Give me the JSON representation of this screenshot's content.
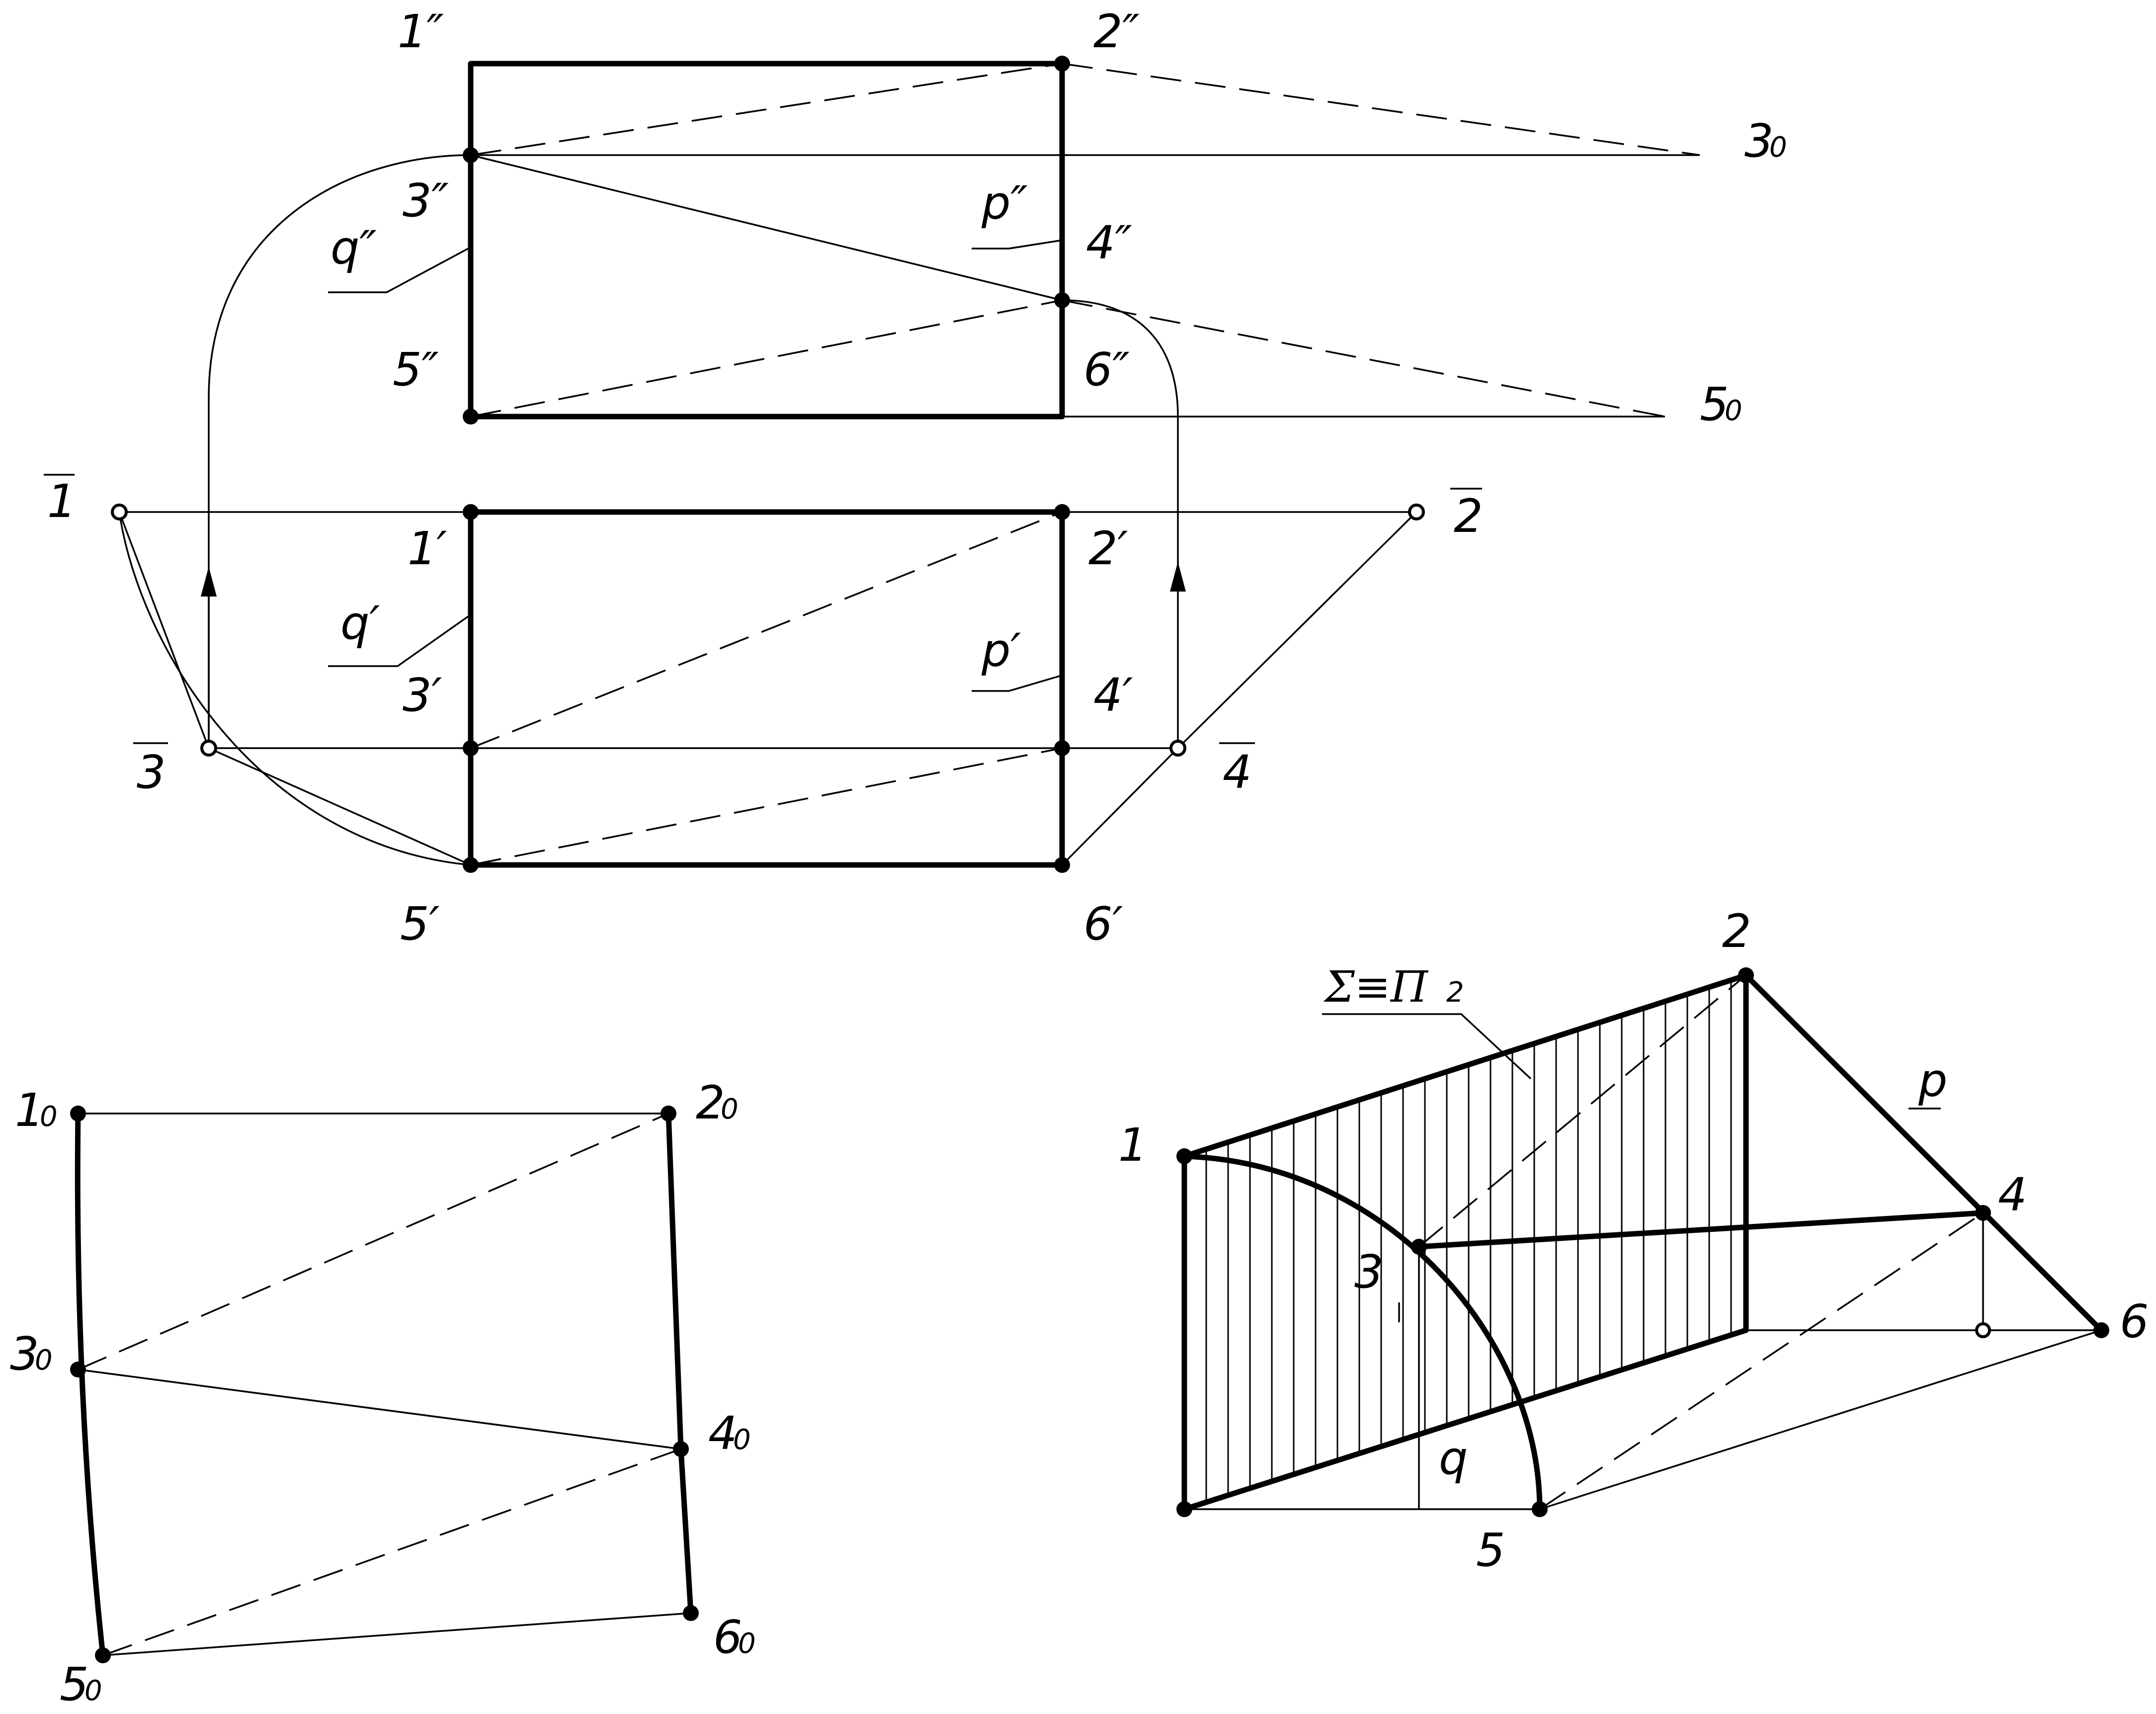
{
  "labels": {
    "p1pp": "1″",
    "p2pp": "2″",
    "p3pp": "3″",
    "p4pp": "4″",
    "p5pp": "5″",
    "p6pp": "6″",
    "p1p": "1′",
    "p2p": "2′",
    "p3p": "3′",
    "p4p": "4′",
    "p5p": "5′",
    "p6p": "6′",
    "qpp": "q″",
    "ppp": "p″",
    "qp": "q′",
    "pp": "p′",
    "bar1": "1",
    "bar2": "2",
    "bar3": "3",
    "bar4": "4",
    "r3": "3",
    "r5": "5",
    "r_sub": "0",
    "f1": "1",
    "f2": "2",
    "f3": "3",
    "f4": "4",
    "f5": "5",
    "f6": "6",
    "f_sub": "0",
    "i1": "1",
    "i2": "2",
    "i3": "3",
    "i4": "4",
    "i5": "5",
    "i6": "6",
    "iq": "q",
    "ip": "p",
    "sigma": "Σ≡Π",
    "sigma_sub": "2"
  }
}
